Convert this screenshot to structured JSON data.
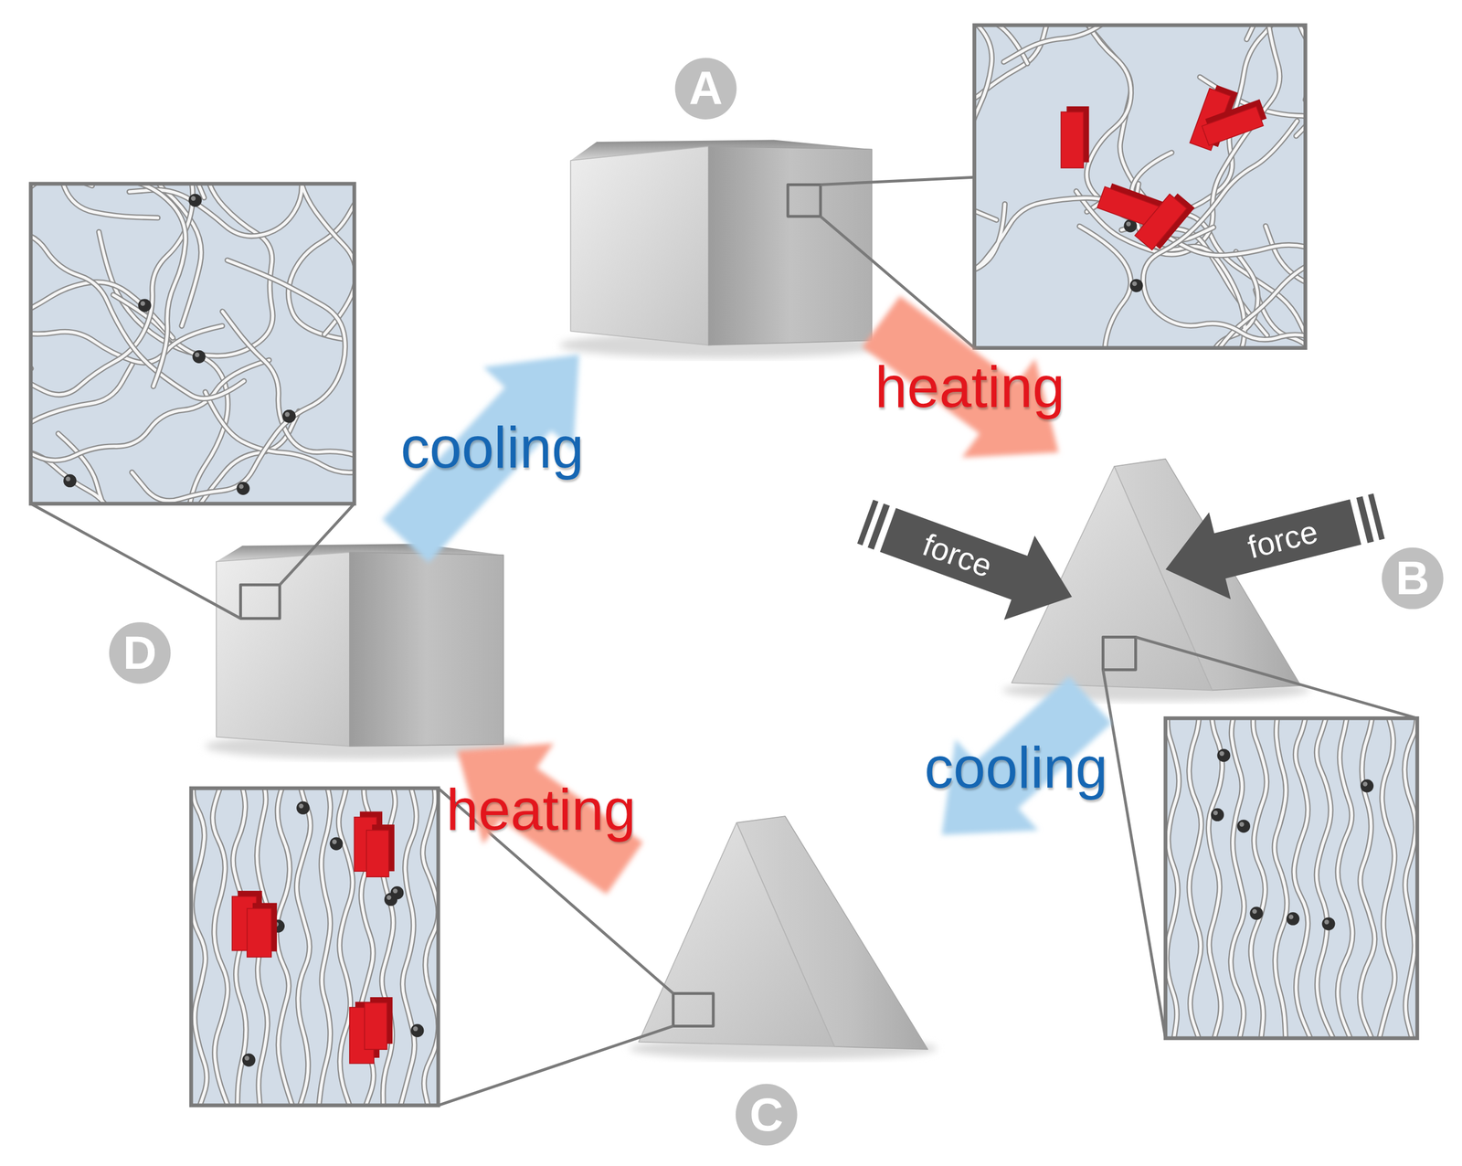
{
  "diagram": {
    "nodes": [
      {
        "text": [
          "A"
        ]
      },
      {
        "text": [
          "B"
        ]
      },
      {
        "text": [
          "C"
        ]
      },
      {
        "text": [
          "D"
        ]
      }
    ],
    "edges": [
      {
        "from": 0,
        "to": 1,
        "label": "heating",
        "arrow": "to"
      },
      {
        "from": 1,
        "to": 2,
        "label": "cooling",
        "arrow": "to"
      },
      {
        "from": 2,
        "to": 3,
        "label": "heating",
        "arrow": "to"
      },
      {
        "from": 3,
        "to": 0,
        "label": "cooling",
        "arrow": "to"
      }
    ],
    "labels": [
      "force",
      "force"
    ]
  }
}
